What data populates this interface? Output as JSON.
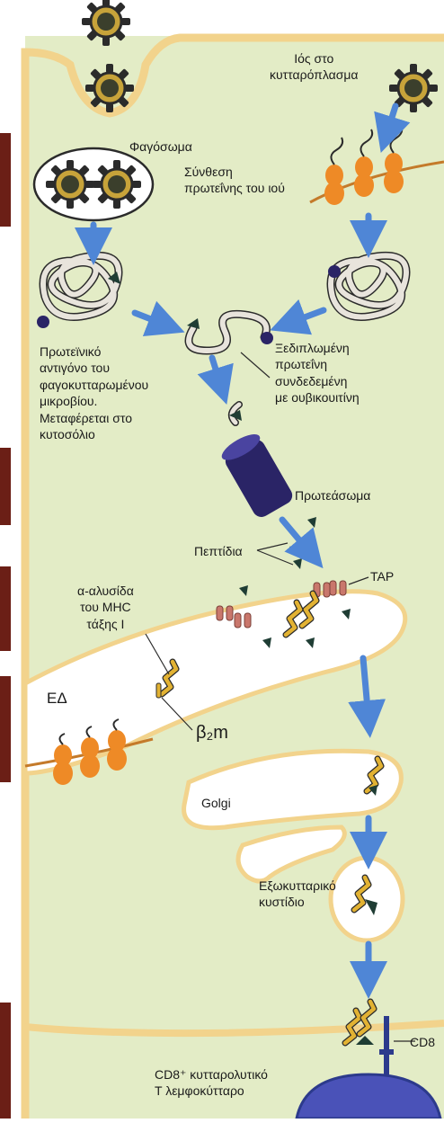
{
  "labels": {
    "virus_cytoplasm": [
      "Ιός στο",
      "κυτταρόπλασμα"
    ],
    "phagosome": "Φαγόσωμα",
    "viral_protein_synthesis": [
      "Σύνθεση",
      "πρωτεΐνης του ιού"
    ],
    "protein_antigen": [
      "Πρωτεϊνικό",
      "αντιγόνο του",
      "φαγοκυτταρωμένου",
      "μικροβίου.",
      "Μεταφέρεται στο",
      "κυτοσόλιο"
    ],
    "unfolded_protein": [
      "Ξεδιπλωμένη",
      "πρωτεΐνη",
      "συνδεδεμένη",
      "με ουβικουιτίνη"
    ],
    "proteasome": "Πρωτεάσωμα",
    "peptides": "Πεπτίδια",
    "tap": "TAP",
    "mhc_alpha": [
      "α-αλυσίδα",
      "του MHC",
      "τάξης Ι"
    ],
    "er": "ΕΔ",
    "b2m": "β₂m",
    "golgi": "Golgi",
    "exocytic_vesicle": [
      "Εξωκυτταρικό",
      "κυστίδιο"
    ],
    "cd8": "CD8",
    "ctl": [
      "CD8⁺ κυτταρολυτικό",
      "Τ λεμφοκύτταρο"
    ]
  },
  "colors": {
    "cytoplasm": "#e3ecc6",
    "membrane": "#f2d38c",
    "arrow": "#4f86d6",
    "virus": "#2b2b2b",
    "virus_core": "#c7a33a",
    "protein_orange": "#ee8a26",
    "ubiquitin": "#2a2466",
    "proteasome": "#2a2466",
    "mhc": "#e2b233",
    "tap": "#c9776c",
    "peptide": "#1f3d34",
    "cd8": "#2c3a8c",
    "tab": "#6b1f16"
  }
}
